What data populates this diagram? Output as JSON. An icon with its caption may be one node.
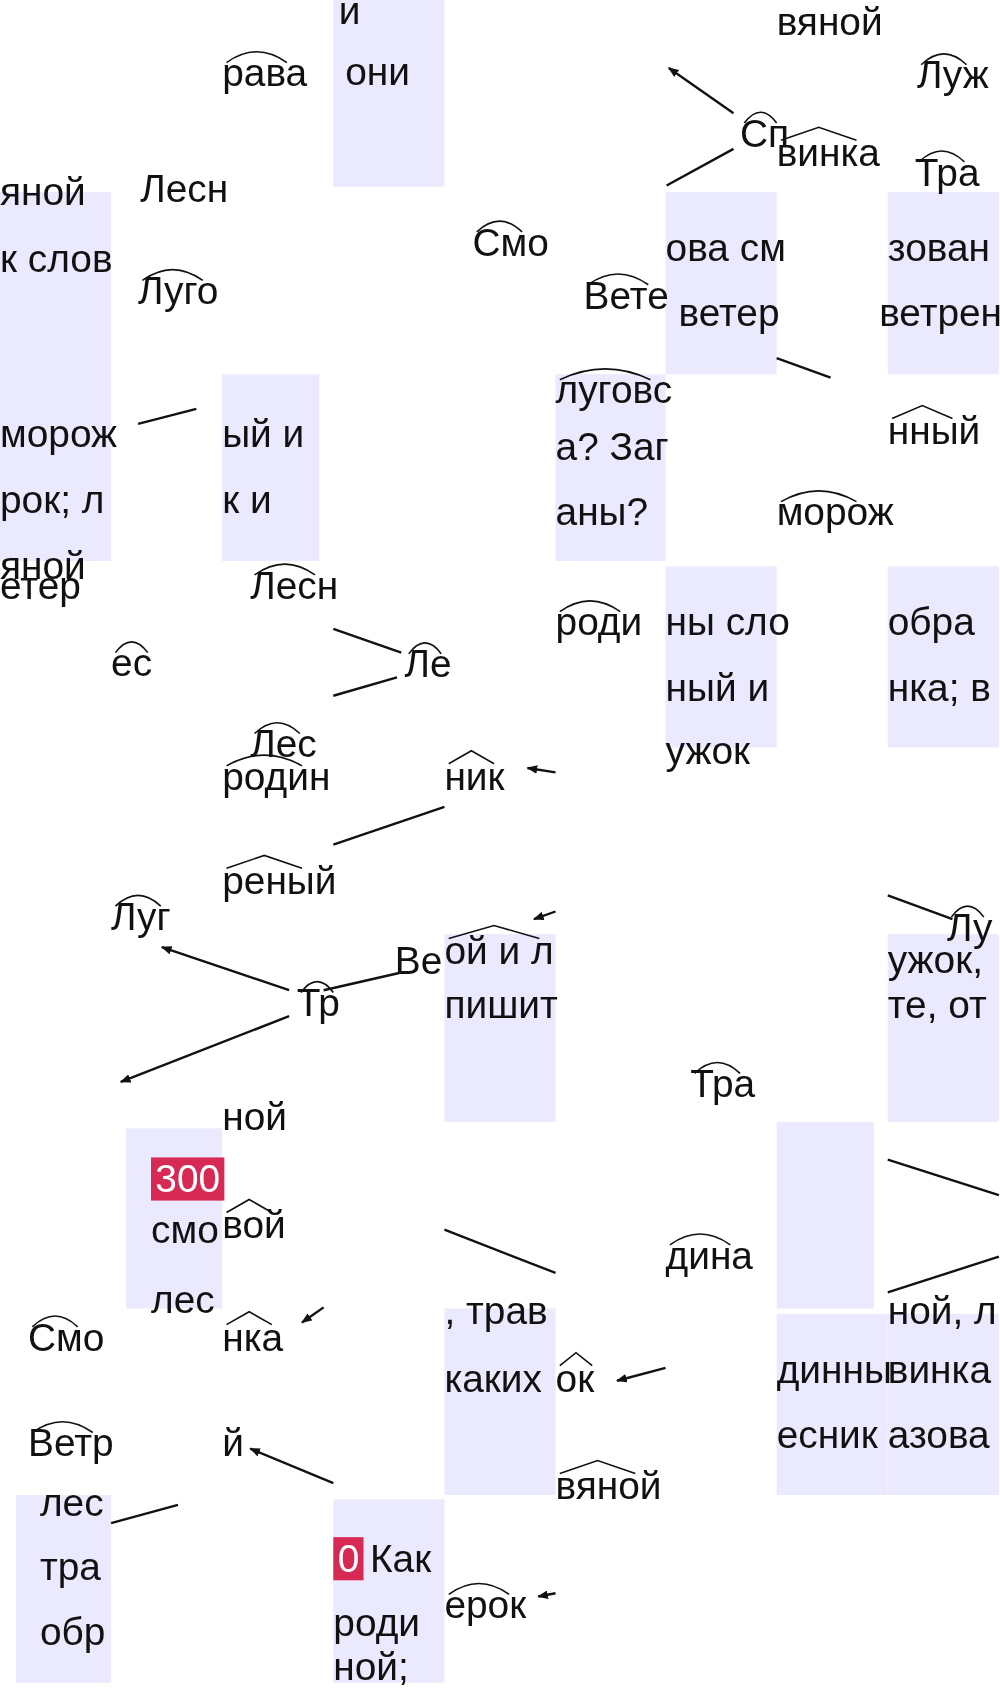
{
  "diagram": {
    "labels": [
      "и",
      "они",
      "рава",
      "вяной",
      "Луж",
      "Сп",
      "винка",
      "яной",
      "Лесн",
      "Тра",
      "к слов",
      "Смо",
      "ова см",
      "зован",
      "Луго",
      "Вете",
      "ветер",
      "ветрен",
      "луговс",
      "морож",
      "ый и",
      "нный",
      "а? Заг",
      "рок; л",
      "к и",
      "аны?",
      "морож",
      "яной",
      "етер",
      "Лесн",
      "роди",
      "ны сло",
      "обра",
      "ес",
      "Ле",
      "ный и",
      "нка; в",
      "Лес",
      "ужок",
      "родин",
      "ник",
      "реный",
      "Луг",
      "ой и л",
      "Лу",
      "Ве",
      "ужок,",
      "Тр",
      "пишит",
      "те, от",
      "Тра",
      "ной",
      "300",
      "смо",
      "вой",
      "дина",
      "лес",
      "ной, л",
      "Смо",
      "нка",
      ", трав",
      "каких",
      "ок",
      "динны",
      "винка",
      "Ветр",
      "й",
      "есник",
      "азова",
      "вяной",
      "лес",
      "0",
      "Как",
      "тра",
      "ерок",
      "обр",
      "роди",
      "ной;"
    ]
  }
}
